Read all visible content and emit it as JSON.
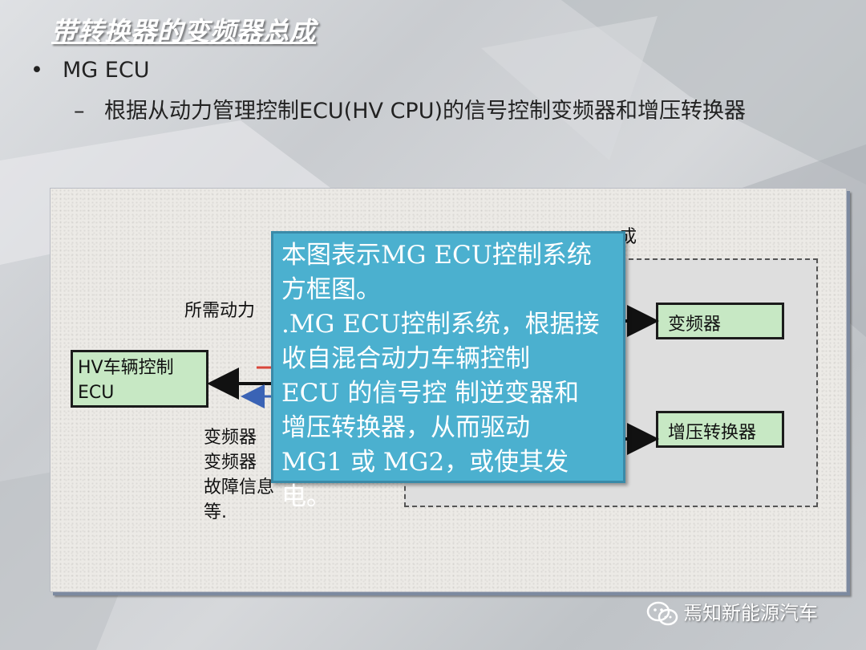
{
  "slide": {
    "title": "带转换器的变频器总成",
    "bullet_level1": "MG ECU",
    "bullet_level2": "根据从动力管理控制ECU(HV CPU)的信号控制变频器和增压转换器"
  },
  "diagram": {
    "hv_ecu_line1": "HV车辆控制",
    "hv_ecu_line2": "ECU",
    "inverter": "变频器",
    "boost_converter": "增压转换器",
    "label_power": "所需动力",
    "label_corner": "成",
    "info_lines": [
      "变频器",
      "变频器",
      "故障信息",
      "等."
    ]
  },
  "callout": {
    "lines": [
      "本图表示MG ECU控制系统",
      "方框图。",
      ".MG ECU控制系统，根据接",
      "收自混合动力车辆控制",
      "ECU 的信号控 制逆变器和",
      "增压转换器，从而驱动",
      "MG1 或 MG2，或使其发电。"
    ]
  },
  "watermark": {
    "icon": "wechat-icon",
    "text": "焉知新能源汽车"
  },
  "colors": {
    "callout_bg": "#4bb0cf",
    "box_fill": "#c7e8c4",
    "arrow_red": "#d9463b",
    "arrow_blue": "#3a63b5"
  }
}
